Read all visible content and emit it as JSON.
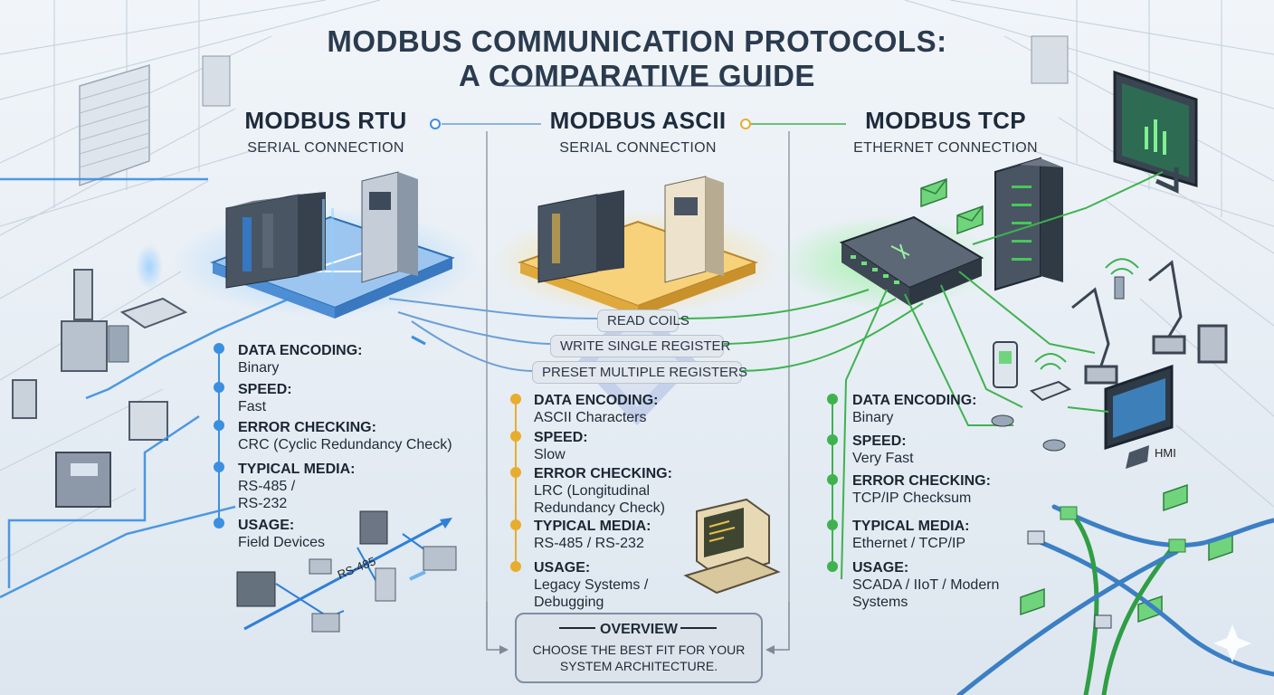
{
  "title": {
    "line1": "MODBUS COMMUNICATION PROTOCOLS:",
    "line2": "A COMPARATIVE GUIDE"
  },
  "colors": {
    "rtu": "#3b8fe0",
    "ascii": "#e8ad2d",
    "tcp": "#3fb24f",
    "text": "#1f2a37"
  },
  "columns": {
    "rtu": {
      "name": "MODBUS RTU",
      "connection": "SERIAL CONNECTION",
      "specs": [
        {
          "label": "DATA ENCODING:",
          "value": "Binary"
        },
        {
          "label": "SPEED:",
          "value": "Fast"
        },
        {
          "label": "ERROR CHECKING:",
          "value": "CRC (Cyclic Redundancy Check)"
        },
        {
          "label": "TYPICAL MEDIA:",
          "value": "RS-485 /\nRS-232"
        },
        {
          "label": "USAGE:",
          "value": "Field Devices"
        }
      ],
      "bus_label": "RS-485"
    },
    "ascii": {
      "name": "MODBUS ASCII",
      "connection": "SERIAL CONNECTION",
      "specs": [
        {
          "label": "DATA ENCODING:",
          "value": "ASCII Characters"
        },
        {
          "label": "SPEED:",
          "value": "Slow"
        },
        {
          "label": "ERROR CHECKING:",
          "value": "LRC (Longitudinal\nRedundancy Check)"
        },
        {
          "label": "TYPICAL MEDIA:",
          "value": "RS-485 / RS-232"
        },
        {
          "label": "USAGE:",
          "value": "Legacy Systems /\nDebugging"
        }
      ]
    },
    "tcp": {
      "name": "MODBUS TCP",
      "connection": "ETHERNET CONNECTION",
      "specs": [
        {
          "label": "DATA ENCODING:",
          "value": "Binary"
        },
        {
          "label": "SPEED:",
          "value": "Very Fast"
        },
        {
          "label": "ERROR CHECKING:",
          "value": "TCP/IP Checksum"
        },
        {
          "label": "TYPICAL MEDIA:",
          "value": "Ethernet / TCP/IP"
        },
        {
          "label": "USAGE:",
          "value": "SCADA / IIoT / Modern\nSystems"
        }
      ],
      "hmi_label": "HMI"
    }
  },
  "functions": [
    "READ COILS",
    "WRITE SINGLE REGISTER",
    "PRESET MULTIPLE REGISTERS"
  ],
  "overview": {
    "title": "OVERVIEW",
    "body": "CHOOSE THE BEST FIT FOR YOUR\nSYSTEM ARCHITECTURE."
  }
}
